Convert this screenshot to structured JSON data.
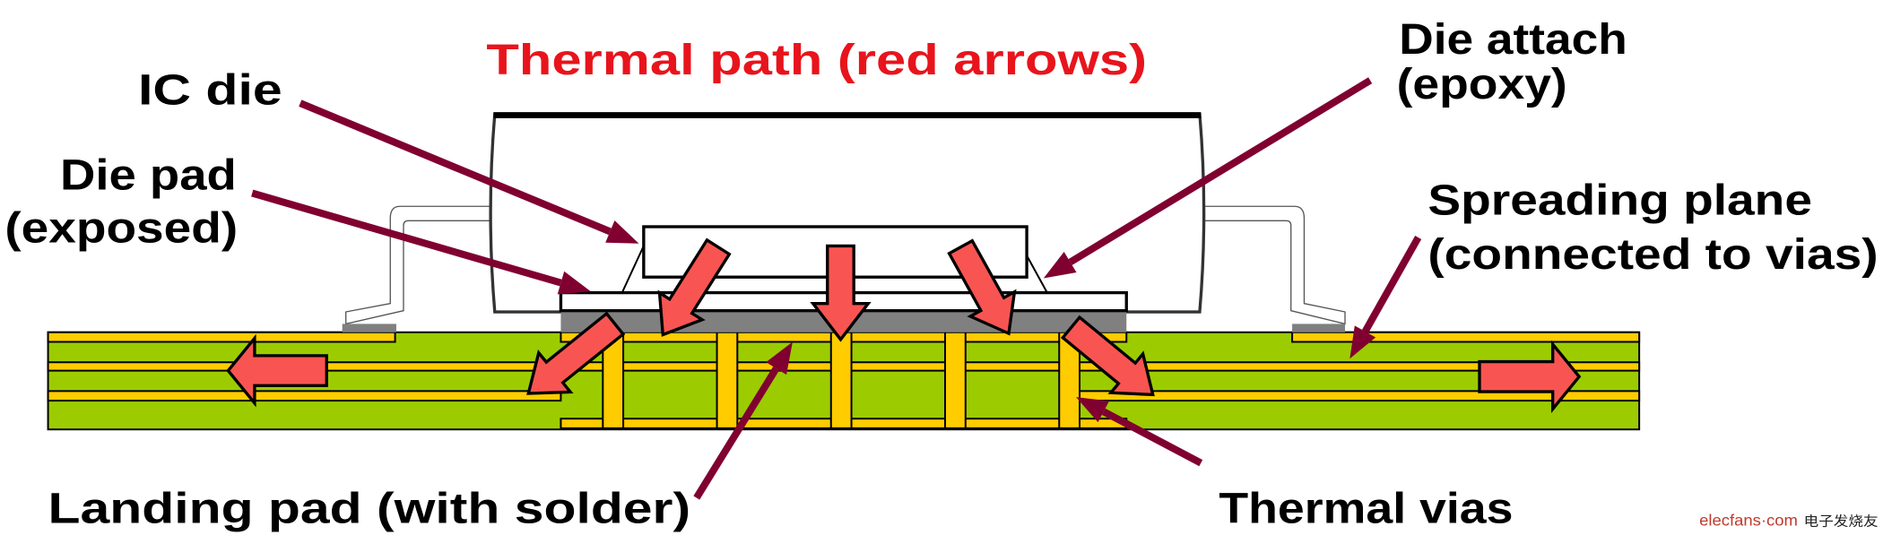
{
  "title": "Thermal path (red arrows)",
  "labels": {
    "ic_die": "IC die",
    "die_pad_1": "Die pad",
    "die_pad_2": "(exposed)",
    "die_attach_1": "Die attach",
    "die_attach_2": "(epoxy)",
    "spreading_1": "Spreading plane",
    "spreading_2": "(connected to vias)",
    "landing_pad": "Landing pad (with solder)",
    "thermal_vias": "Thermal vias"
  },
  "watermark": {
    "site": "elecfans·com",
    "cn": "电子发烧友"
  },
  "colors": {
    "pcb_green": "#9ccc00",
    "copper_yellow": "#ffcc00",
    "thermal_arrow": "#f85552",
    "pointer": "#800030",
    "pad_gray": "#808080",
    "title_red": "#e8141c"
  }
}
